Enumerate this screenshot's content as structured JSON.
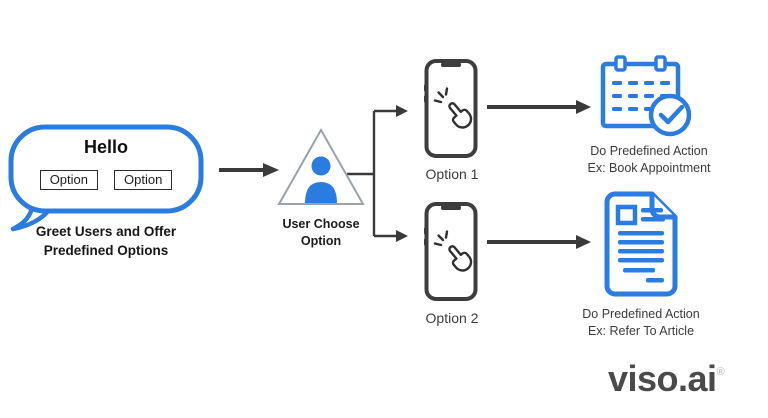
{
  "colors": {
    "brand_blue": "#2b7ce0",
    "arrow_dark": "#3a3a3a",
    "triangle_gray": "#9aa2a8",
    "phone_dark": "#3d3d3d",
    "caption_black": "#161616",
    "caption_gray": "#3c3c3c",
    "logo_gray": "#4a4a4a"
  },
  "greeting": {
    "bubble_text": "Hello",
    "buttons": [
      "Option",
      "Option"
    ],
    "caption": [
      "Greet Users and Offer",
      "Predefined Options"
    ]
  },
  "decision": {
    "caption": [
      "User Choose",
      "Option"
    ]
  },
  "options": [
    {
      "label": "Option 1",
      "result": [
        "Do Predefined Action",
        "Ex: Book Appointment"
      ],
      "icon": "calendar-check-icon"
    },
    {
      "label": "Option 2",
      "result": [
        "Do Predefined Action",
        "Ex: Refer To Article"
      ],
      "icon": "article-document-icon"
    }
  ],
  "icons": {
    "greeting": "speech-bubble-icon",
    "decision": "user-in-triangle-icon",
    "option_device": "smartphone-tap-icon"
  },
  "logo": {
    "text": "viso.ai",
    "registered_mark": "®"
  }
}
